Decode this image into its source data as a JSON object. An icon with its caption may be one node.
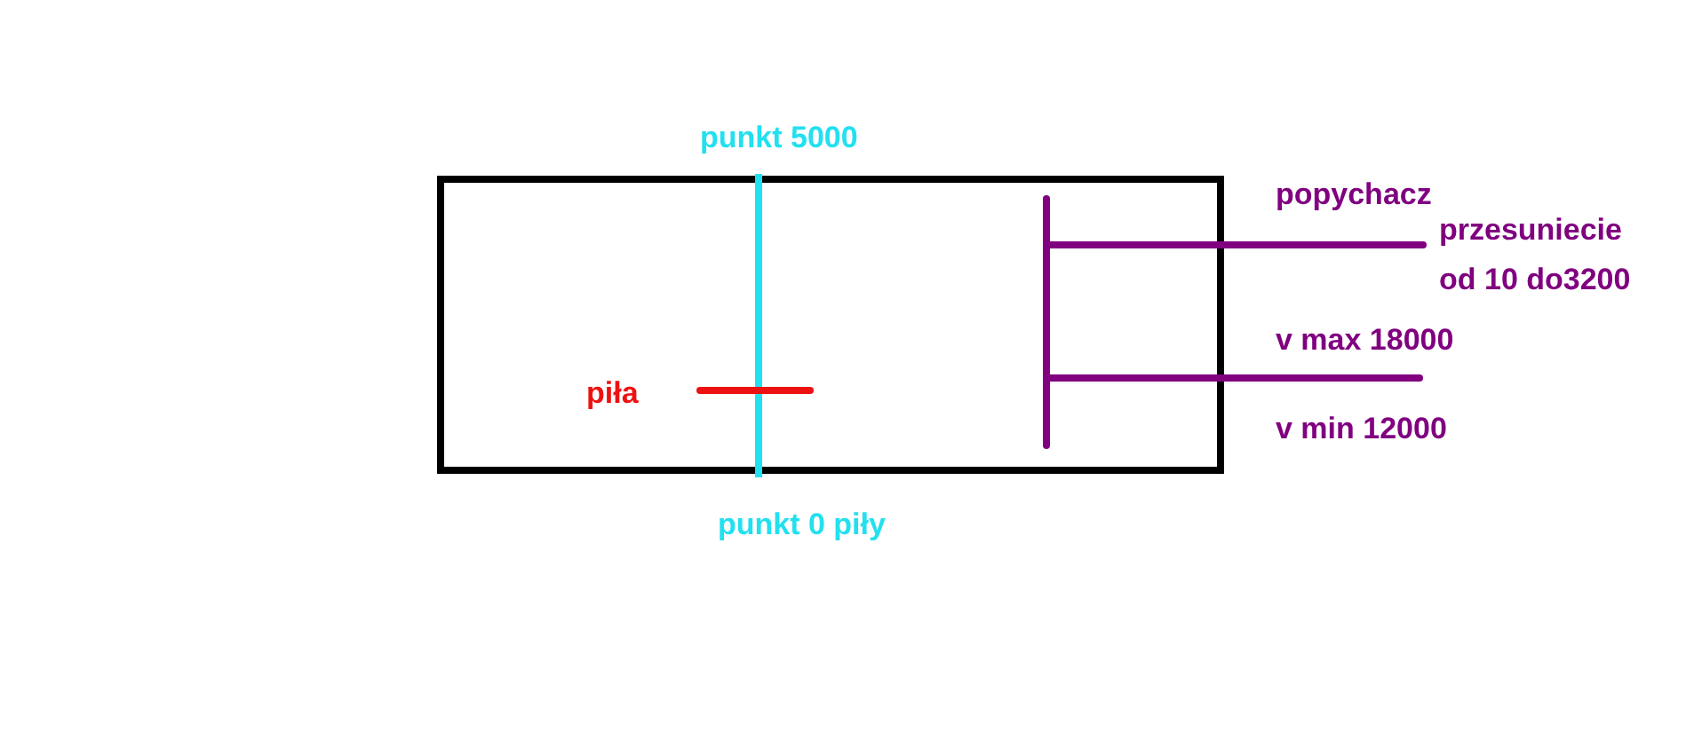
{
  "diagram": {
    "labels": [
      "punkt 5000",
      "popychacz",
      "przesuniecie od 10 do3200",
      "piła",
      "v max 18000",
      "v min 12000",
      "punkt 0 piły"
    ]
  }
}
